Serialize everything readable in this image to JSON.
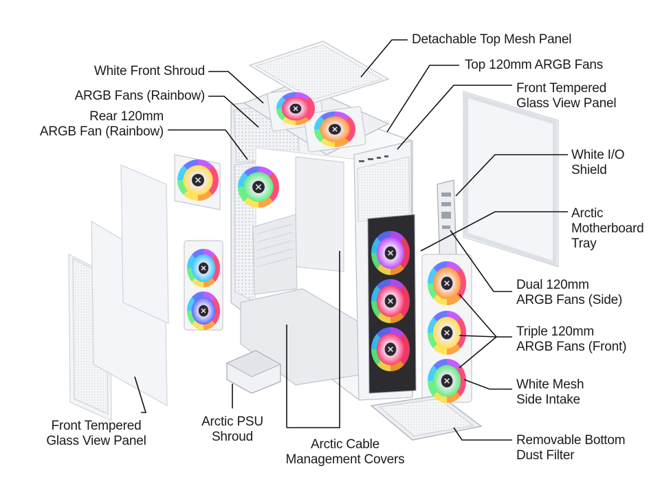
{
  "colors": {
    "background": "#ffffff",
    "label": "#1a1a1a",
    "leader": "#111111",
    "case": "#f6f7f9"
  },
  "labels": {
    "top_mesh": {
      "lines": [
        "Detachable Top Mesh Panel"
      ]
    },
    "top_fans": {
      "lines": [
        "Top 120mm ARGB Fans"
      ]
    },
    "front_glass_right": {
      "lines": [
        "Front Tempered",
        "Glass View Panel"
      ]
    },
    "io_shield": {
      "lines": [
        "White I/O",
        "Shield"
      ]
    },
    "mb_tray": {
      "lines": [
        "Arctic",
        "Motherboard",
        "Tray"
      ]
    },
    "side_fans": {
      "lines": [
        "Dual 120mm",
        "ARGB Fans (Side)"
      ]
    },
    "front_fans": {
      "lines": [
        "Triple 120mm",
        "ARGB Fans (Front)"
      ]
    },
    "side_intake": {
      "lines": [
        "White Mesh",
        "Side Intake"
      ]
    },
    "dust_filter": {
      "lines": [
        "Removable Bottom",
        "Dust Filter"
      ]
    },
    "front_shroud": {
      "lines": [
        "White Front Shroud"
      ]
    },
    "argb_rainbow": {
      "lines": [
        "ARGB Fans (Rainbow)"
      ]
    },
    "rear_fan": {
      "lines": [
        "Rear 120mm",
        "ARGB Fan (Rainbow)"
      ]
    },
    "front_glass_left": {
      "lines": [
        "Front Tempered",
        "Glass View Panel"
      ]
    },
    "psu_shroud": {
      "lines": [
        "Arctic PSU",
        "Shroud"
      ]
    },
    "cable_covers": {
      "lines": [
        "Arctic Cable",
        "Management Covers"
      ]
    }
  },
  "icons": [
    "argb-fan-icon",
    "x-logo-icon"
  ]
}
